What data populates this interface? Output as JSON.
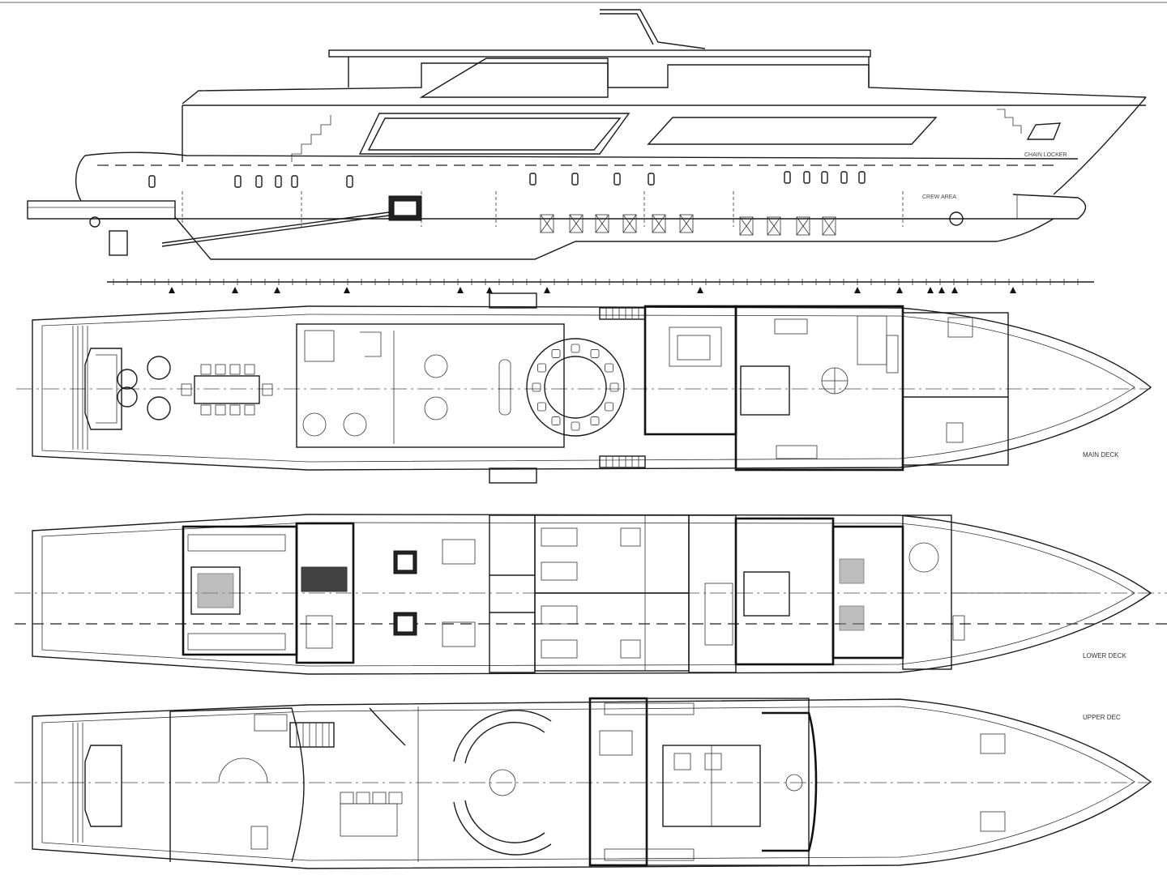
{
  "decks": {
    "main_label": "MAIN DECK",
    "lower_label": "LOWER DECK",
    "upper_label": "UPPER DEC"
  },
  "profile_labels": {
    "chain_locker": "CHAIN LOCKER",
    "crew_area": "CREW AREA"
  }
}
